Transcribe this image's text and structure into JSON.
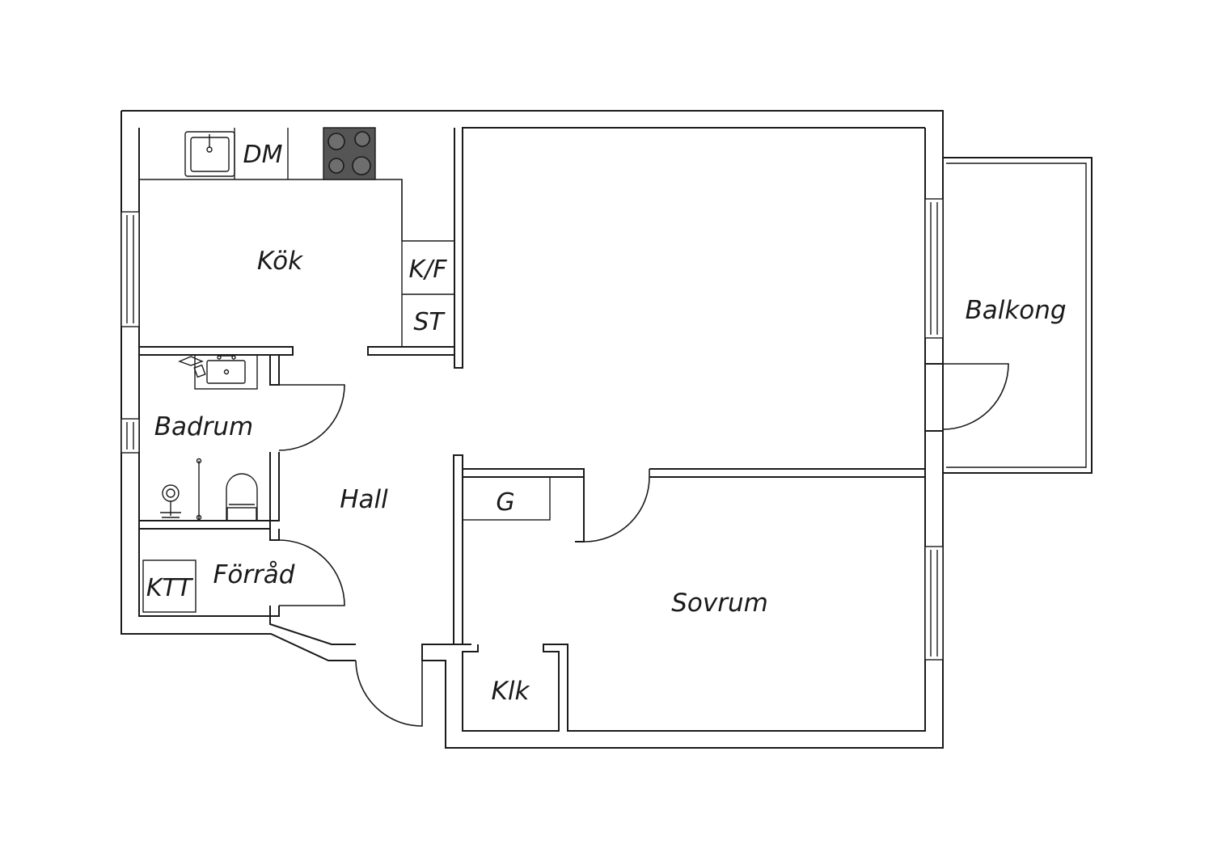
{
  "rooms": {
    "kitchen": "Kök",
    "living": "",
    "balcony": "Balkong",
    "bathroom": "Badrum",
    "hall": "Hall",
    "storage": "Förråd",
    "bedroom": "Sovrum",
    "closet": "Klk"
  },
  "fixtures": {
    "dishwasher": "DM",
    "fridge_freezer": "K/F",
    "cabinet": "ST",
    "wardrobe": "G",
    "water_heater": "KTT"
  },
  "colors": {
    "line": "#1a1a1a",
    "stove": "#555555",
    "background": "#ffffff"
  }
}
